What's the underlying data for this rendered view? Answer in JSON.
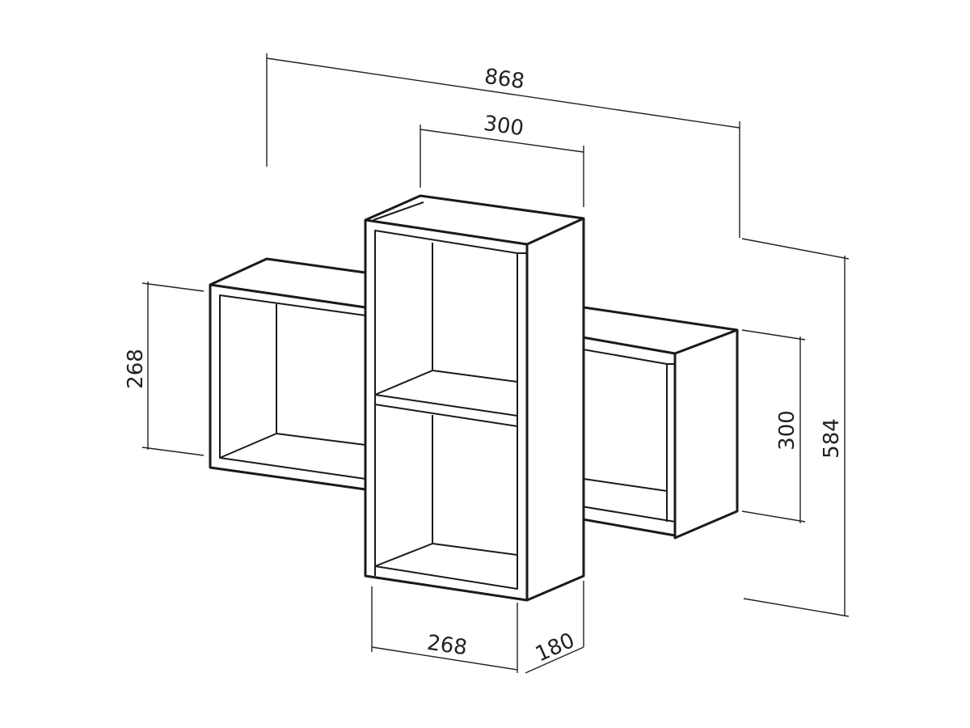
{
  "dimensions": {
    "overall_width": "868",
    "center_width": "300",
    "left_height": "268",
    "right_height": "300",
    "overall_height": "584",
    "bottom_width": "268",
    "depth": "180"
  }
}
